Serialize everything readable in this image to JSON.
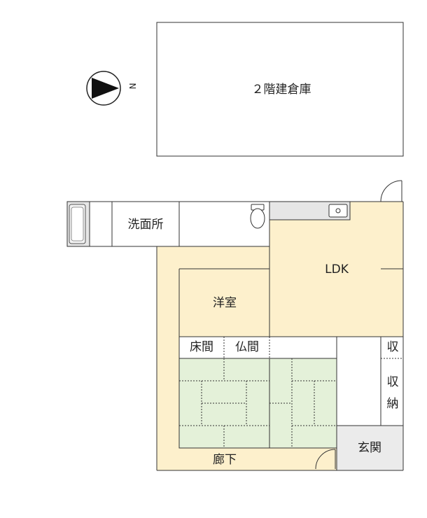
{
  "colors": {
    "floor_wood": "#fdf0cc",
    "tatami": "#e4f1d9",
    "entrance_tile": "#ebebeb",
    "line": "#333333",
    "compass_fill": "#111111"
  },
  "compass": {
    "letter": "N",
    "icon": "north-arrow-icon"
  },
  "warehouse": {
    "label": "２階建倉庫"
  },
  "rooms": {
    "washroom": "洗面所",
    "ldk": "LDK",
    "western_room": "洋室",
    "tokonoma": "床間",
    "butsuma": "仏間",
    "storage_top": "収",
    "storage_lower_1": "収",
    "storage_lower_2": "納",
    "entrance": "玄関",
    "corridor": "廊下"
  },
  "fixtures": [
    "bathtub-icon",
    "toilet-icon",
    "kitchen-sink-icon",
    "door-swing-icon"
  ]
}
